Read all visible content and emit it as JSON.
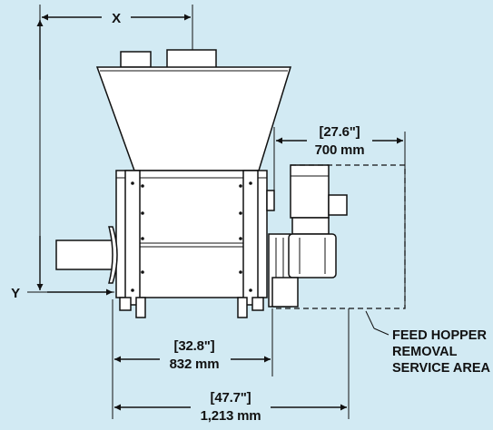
{
  "dimensions": {
    "x_label": "X",
    "y_label": "Y",
    "motor_inch": "[27.6\"]",
    "motor_mm": "700 mm",
    "base_inch": "[32.8\"]",
    "base_mm": "832 mm",
    "overall_inch": "[47.7\"]",
    "overall_mm": "1,213 mm"
  },
  "note": {
    "line1": "FEED HOPPER",
    "line2": "REMOVAL",
    "line3": "SERVICE AREA"
  },
  "colors": {
    "background": "#d2eaf3",
    "line": "#111111",
    "fill": "#ffffff"
  }
}
